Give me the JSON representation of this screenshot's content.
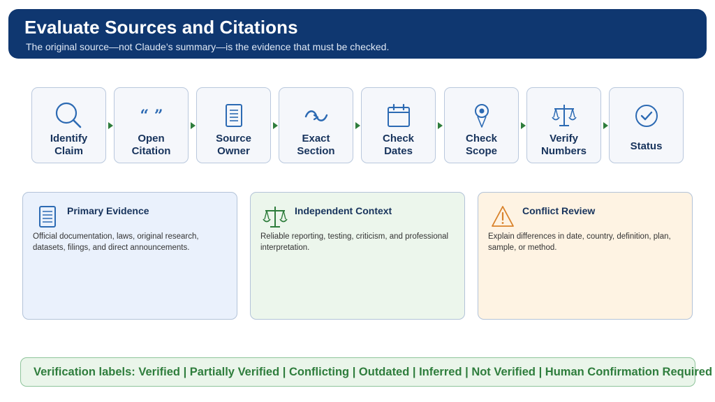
{
  "header": {
    "title": "Evaluate Sources and Citations",
    "subtitle": "The original source—not Claude’s summary—is the evidence that must be checked."
  },
  "steps": [
    {
      "label": "Identify Claim",
      "icon": "magnifier-icon"
    },
    {
      "label": "Open Citation",
      "icon": "quote-icon"
    },
    {
      "label": "Source Owner",
      "icon": "document-icon"
    },
    {
      "label": "Exact Section",
      "icon": "link-arrow-icon"
    },
    {
      "label": "Check Dates",
      "icon": "calendar-icon"
    },
    {
      "label": "Check Scope",
      "icon": "location-pin-icon"
    },
    {
      "label": "Verify Numbers",
      "icon": "scales-icon"
    },
    {
      "label": "Status",
      "icon": "check-circle-icon"
    }
  ],
  "cards": [
    {
      "title": "Primary Evidence",
      "body": "Official documentation, laws, original research, datasets, filings, and direct announcements.",
      "icon": "document-icon",
      "bg": "#eaf1fc"
    },
    {
      "title": "Independent Context",
      "body": "Reliable reporting, testing, criticism, and professional interpretation.",
      "icon": "scales-icon",
      "bg": "#ecf6ec"
    },
    {
      "title": "Conflict Review",
      "body": "Explain differences in date, country, definition, plan, sample, or method.",
      "icon": "warning-icon",
      "bg": "#fef3e3"
    }
  ],
  "footer": {
    "labels_text": "Verification labels: Verified | Partially Verified | Conflicting | Outdated | Inferred | Not Verified | Human Confirmation Required"
  },
  "colors": {
    "header_bg": "#0f3770",
    "step_icon": "#2c6ab3",
    "accent_green": "#2e7d3c",
    "warning_orange": "#d9822b"
  }
}
